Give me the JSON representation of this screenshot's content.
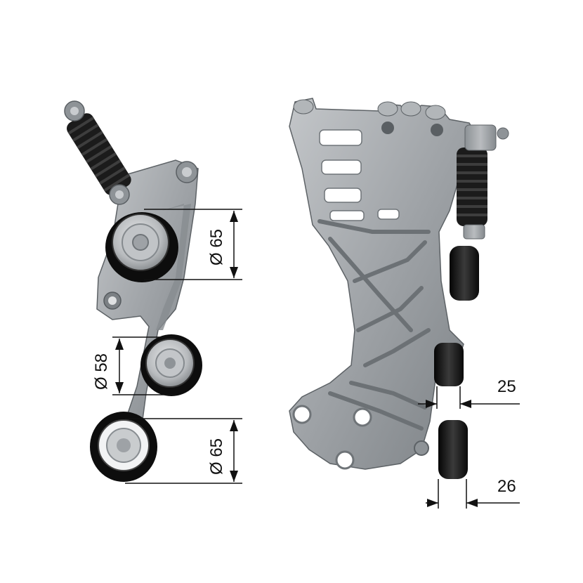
{
  "dimensions": {
    "pulley_top_diameter": "Ø 65",
    "pulley_middle_diameter": "Ø 58",
    "pulley_bottom_diameter": "Ø 65",
    "pulley_upper_width": "25",
    "pulley_lower_width": "26"
  },
  "colors": {
    "metal": "#a7abae",
    "metal_dark": "#6f7478",
    "rubber": "#1a1a1a",
    "line": "#111111"
  }
}
